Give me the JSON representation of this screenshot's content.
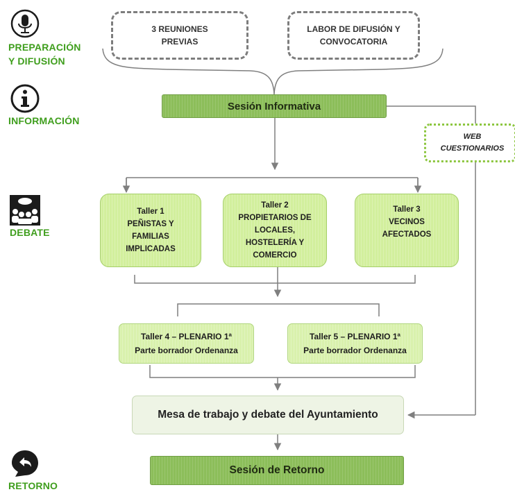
{
  "stages": {
    "preparacion": {
      "label": "PREPARACIÓN\nY DIFUSIÓN",
      "icon": "microphone-icon"
    },
    "informacion": {
      "label": "INFORMACIÓN",
      "icon": "info-icon"
    },
    "debate": {
      "label": "DEBATE",
      "icon": "people-discussion-icon"
    },
    "retorno": {
      "label": "RETORNO",
      "icon": "return-arrow-icon"
    }
  },
  "boxes": {
    "reuniones": "3 REUNIONES\nPREVIAS",
    "difusion": "LABOR DE DIFUSIÓN Y\nCONVOCATORIA",
    "sesion_informativa": "Sesión Informativa",
    "web": "WEB\nCUESTIONARIOS",
    "taller1": "Taller 1\nPEÑISTAS Y\nFAMILIAS\nIMPLICADAS",
    "taller2": "Taller 2\nPROPIETARIOS DE\nLOCALES,\nHOSTELERÍA Y\nCOMERCIO",
    "taller3": "Taller 3\nVECINOS\nAFECTADOS",
    "taller4": "Taller 4 – PLENARIO 1ª\nParte borrador Ordenanza",
    "taller5": "Taller 5 – PLENARIO 1ª\nParte borrador Ordenanza",
    "mesa": "Mesa de trabajo y debate del Ayuntamiento",
    "retorno": "Sesión de Retorno"
  },
  "colors": {
    "stage_label": "#3f9e1d",
    "green_bar": "#8cbe5a",
    "taller_fill": "#d2ef9d",
    "mesa_fill": "#eef4e5",
    "connector": "#7f7f7f",
    "icon": "#1b1b1b"
  }
}
